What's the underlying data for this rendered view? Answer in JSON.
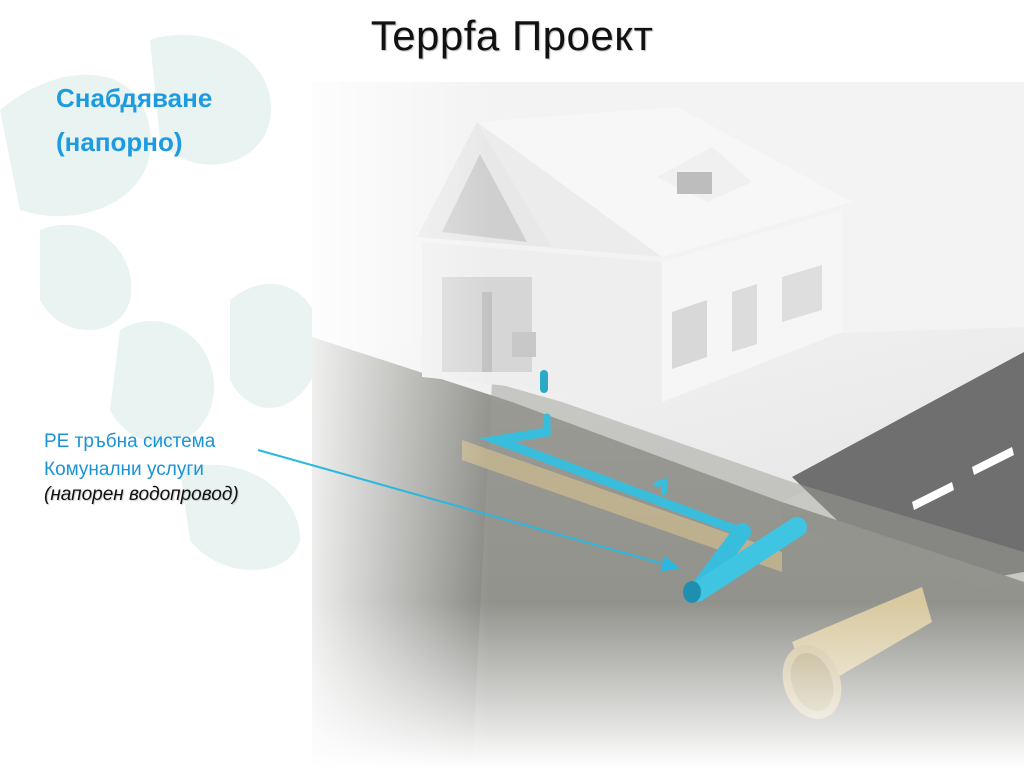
{
  "slide": {
    "title": "Teppfa Проект",
    "subtitle_line1": "Снабдяване",
    "subtitle_line2": "(напорно)"
  },
  "callout": {
    "line1": "PE тръбна система",
    "line2": "Комунални услуги",
    "line3": "(напорен водопровод)"
  },
  "colors": {
    "accent": "#1e9be0",
    "pipe": "#38bedc",
    "sewer_pipe": "#d8c9a0",
    "soil": "#8c8c87",
    "road": "#6e6e6e"
  }
}
